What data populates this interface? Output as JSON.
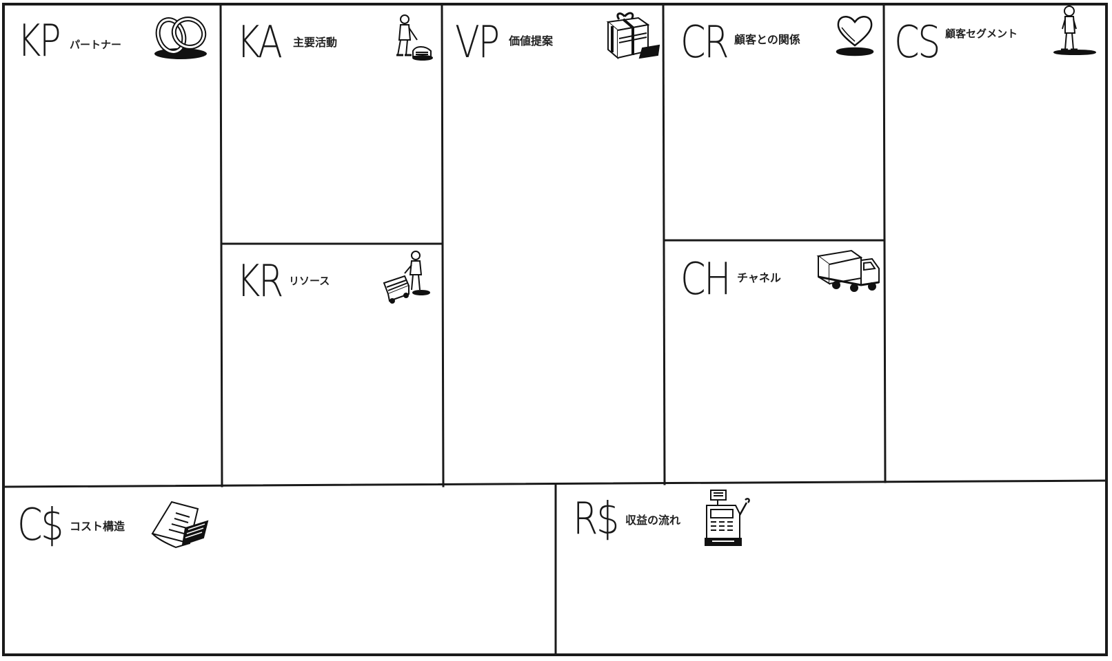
{
  "blocks": {
    "kp": {
      "abbr": "KP",
      "label": "パートナー",
      "icon": "rings-icon"
    },
    "ka": {
      "abbr": "KA",
      "label": "主要活動",
      "icon": "worker-icon"
    },
    "kr": {
      "abbr": "KR",
      "label": "リソース",
      "icon": "worker-with-cart-icon"
    },
    "vp": {
      "abbr": "VP",
      "label": "価値提案",
      "icon": "gift-icon"
    },
    "cr": {
      "abbr": "CR",
      "label": "顧客との関係",
      "icon": "heart-icon"
    },
    "ch": {
      "abbr": "CH",
      "label": "チャネル",
      "icon": "truck-icon"
    },
    "cs": {
      "abbr": "CS",
      "label": "顧客セグメント",
      "icon": "person-icon"
    },
    "cost": {
      "abbr": "C$",
      "label": "コスト構造",
      "icon": "document-icon"
    },
    "revenue": {
      "abbr": "R$",
      "label": "収益の流れ",
      "icon": "cash-register-icon"
    }
  },
  "colors": {
    "line": "#1a1a1a",
    "background": "#ffffff"
  }
}
